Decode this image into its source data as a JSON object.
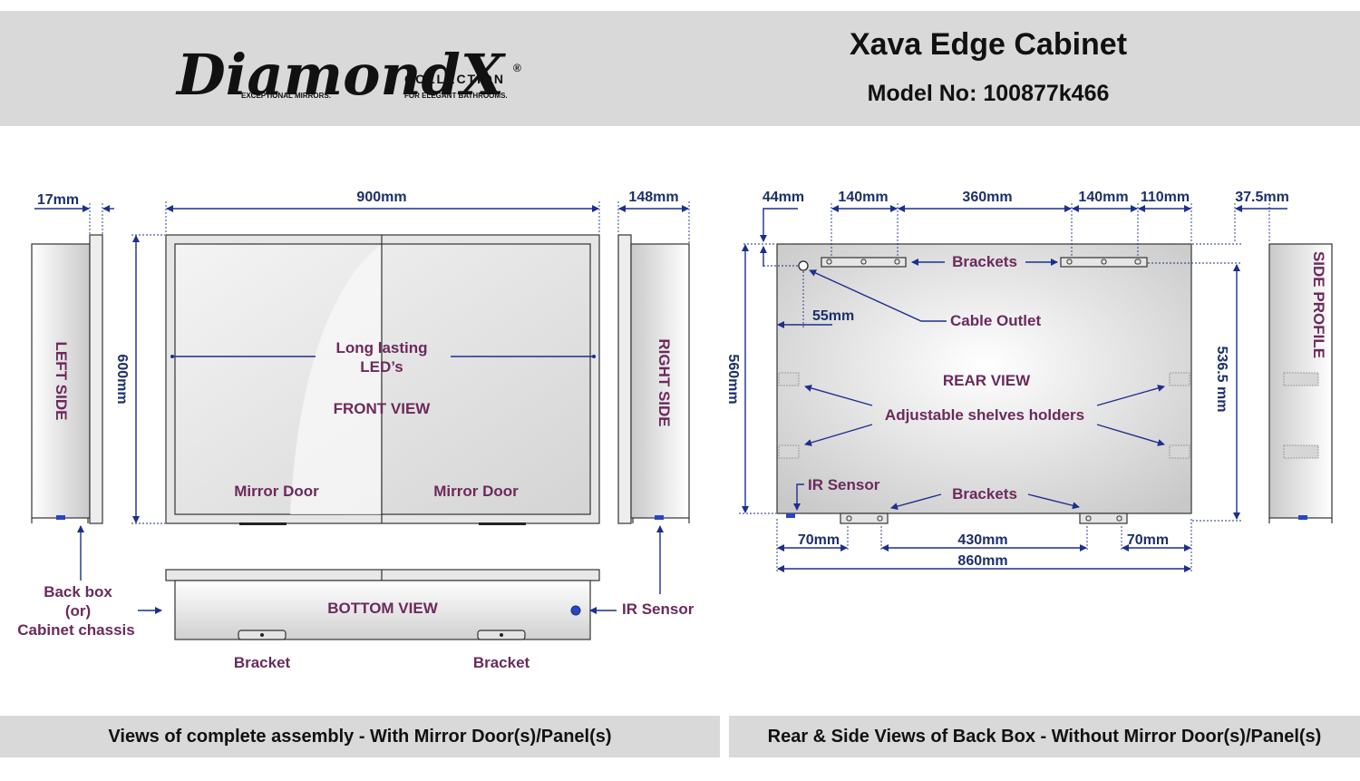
{
  "header": {
    "brand": "DiamondX",
    "collection": "COLLECTION",
    "registered": "®",
    "tagline_left": "EXCEPTIONAL MIRRORS.",
    "tagline_right": "FOR ELEGANT BATHROOMS.",
    "title": "Xava Edge Cabinet",
    "model": "Model No: 100877k466"
  },
  "left_panel": {
    "dims": {
      "left_depth": "17mm",
      "width": "900mm",
      "right_depth": "148mm",
      "height": "600mm"
    },
    "labels": {
      "left_side": "LEFT SIDE",
      "right_side": "RIGHT SIDE",
      "leds_line1": "Long lasting",
      "leds_line2": "LED’s",
      "front_view": "FRONT VIEW",
      "door_left": "Mirror Door",
      "door_right": "Mirror Door",
      "bottom_view": "BOTTOM VIEW",
      "backbox_1": "Back box",
      "backbox_2": "(or)",
      "backbox_3": "Cabinet chassis",
      "ir_sensor": "IR Sensor",
      "bracket_left": "Bracket",
      "bracket_right": "Bracket"
    }
  },
  "right_panel": {
    "dims": {
      "top_offset": "44mm",
      "bracket_w1": "140mm",
      "bracket_gap": "360mm",
      "bracket_w2": "140mm",
      "right_offset": "110mm",
      "side_depth": "37.5mm",
      "outlet_offset": "55mm",
      "height": "560mm",
      "inner_height": "536.5 mm",
      "bottom_left": "70mm",
      "bottom_gap": "430mm",
      "bottom_right": "70mm",
      "total_width": "860mm"
    },
    "labels": {
      "brackets_top": "Brackets",
      "cable_outlet": "Cable Outlet",
      "rear_view": "REAR VIEW",
      "shelves": "Adjustable shelves holders",
      "ir_sensor": "IR Sensor",
      "brackets_bottom": "Brackets",
      "side_profile": "SIDE PROFILE"
    }
  },
  "footer": {
    "left": "Views of complete assembly - With Mirror Door(s)/Panel(s)",
    "right": "Rear & Side Views of Back Box - Without Mirror Door(s)/Panel(s)"
  },
  "colors": {
    "label": "#6b2a5c",
    "dimension": "#1c2f6b",
    "band": "#d9d9d9",
    "line": "#1c2f8c"
  }
}
